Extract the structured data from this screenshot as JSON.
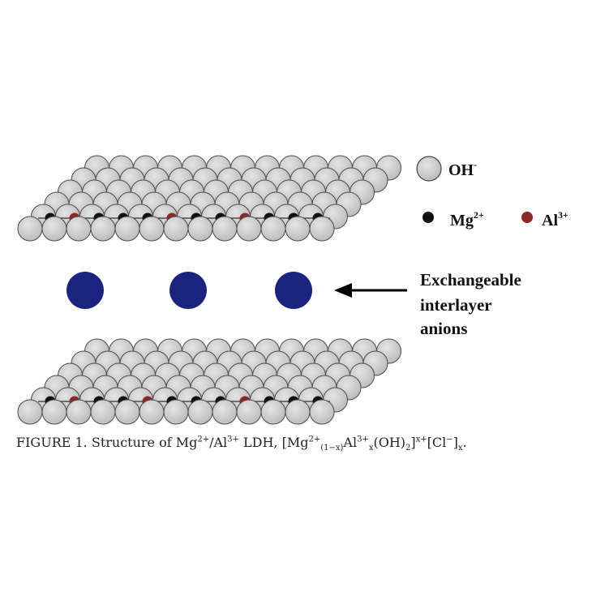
{
  "legend": {
    "oh": {
      "base": "OH",
      "sup": "-"
    },
    "mg": {
      "base": "Mg",
      "sup": "2+"
    },
    "al": {
      "base": "Al",
      "sup": "3+"
    }
  },
  "annotation": {
    "line1": "Exchangeable",
    "line2": "interlayer",
    "line3": "anions"
  },
  "caption": {
    "label": "FIGURE 1.",
    "t1": " Structure of Mg",
    "s1": "2+",
    "t2": "/Al",
    "s2": "3+",
    "t3": " LDH, [Mg",
    "s3": "2+",
    "b3": "(1−x)",
    "t4": "Al",
    "s4": "3+",
    "b4": "x",
    "t5": "(OH)",
    "b5": "2",
    "t6": "]",
    "s6": "x+",
    "t7": "[Cl",
    "s7": "−",
    "t8": "]",
    "b8": "x",
    "t9": "."
  },
  "colors": {
    "oh_sphere": "#c8c8c8",
    "mg_dot": "#111111",
    "al_dot": "#8b2a2a",
    "anion": "#1a237e"
  }
}
